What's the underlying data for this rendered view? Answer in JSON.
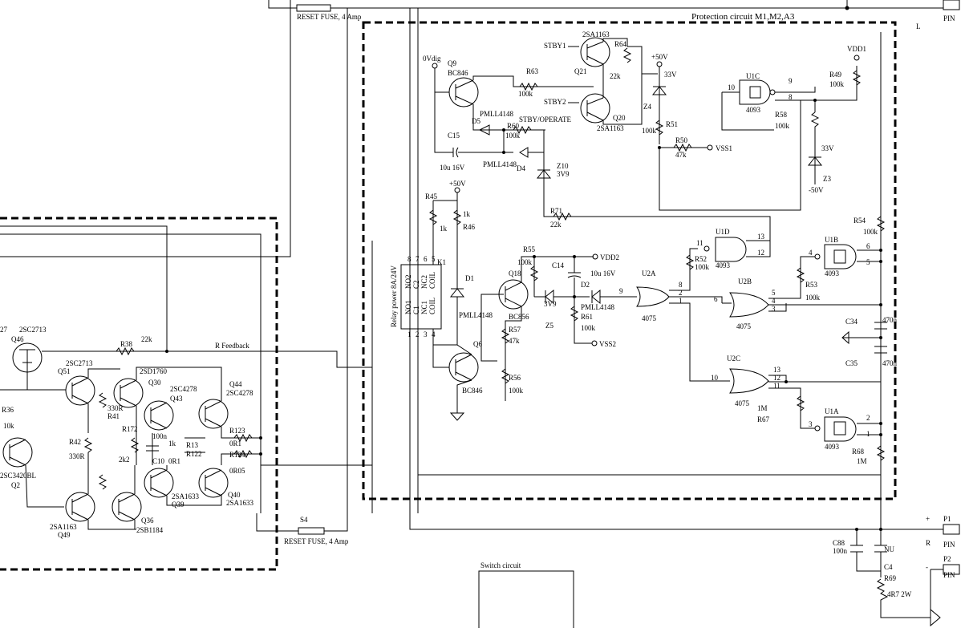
{
  "title": "Protection circuit M1,M2,A3",
  "corner_label": "L",
  "switch_circuit": "Switch circuit",
  "fuses": [
    {
      "name": "",
      "desc": "RESET FUSE, 4 Amp"
    },
    {
      "name": "S4",
      "desc": "RESET FUSE, 4 Amp"
    }
  ],
  "transistors": [
    {
      "ref": "Q9",
      "type": "BC846"
    },
    {
      "ref": "Q21",
      "type": "2SA1163"
    },
    {
      "ref": "Q20",
      "type": "2SA1163"
    },
    {
      "ref": "Q18",
      "type": "BC856"
    },
    {
      "ref": "Q6",
      "type": "BC846"
    },
    {
      "ref": "Q46",
      "type": "2SC2713"
    },
    {
      "ref": "Q51",
      "type": "2SC2713"
    },
    {
      "ref": "Q30",
      "type": "2SD1760"
    },
    {
      "ref": "Q43",
      "type": "2SC4278"
    },
    {
      "ref": "Q44",
      "type": "2SC4278"
    },
    {
      "ref": "Q2",
      "type": "2SC3420BL"
    },
    {
      "ref": "Q49",
      "type": "2SA1163"
    },
    {
      "ref": "Q36",
      "type": "2SB1184"
    },
    {
      "ref": "Q39",
      "type": "2SA1633"
    },
    {
      "ref": "Q40",
      "type": "2SA1633"
    }
  ],
  "resistors": [
    {
      "ref": "R63",
      "value": "100k"
    },
    {
      "ref": "R64",
      "value": "22k"
    },
    {
      "ref": "R60",
      "value": "100k"
    },
    {
      "ref": "R51",
      "value": "100k"
    },
    {
      "ref": "R50",
      "value": "47k"
    },
    {
      "ref": "R58",
      "value": "100k"
    },
    {
      "ref": "R49",
      "value": "100k"
    },
    {
      "ref": "R71",
      "value": "22k"
    },
    {
      "ref": "R45",
      "value": "1k"
    },
    {
      "ref": "R46",
      "value": "1k"
    },
    {
      "ref": "R55",
      "value": "100k"
    },
    {
      "ref": "R57",
      "value": "47k"
    },
    {
      "ref": "R56",
      "value": "100k"
    },
    {
      "ref": "R61",
      "value": "100k"
    },
    {
      "ref": "R52",
      "value": "100k"
    },
    {
      "ref": "R53",
      "value": "100k"
    },
    {
      "ref": "R54",
      "value": "100k"
    },
    {
      "ref": "R67",
      "value": "1M"
    },
    {
      "ref": "R68",
      "value": "1M"
    },
    {
      "ref": "R69",
      "value": "4R7 2W"
    },
    {
      "ref": "R38",
      "value": "22k"
    },
    {
      "ref": "R36",
      "value": "10k"
    },
    {
      "ref": "R42",
      "value": "330R"
    },
    {
      "ref": "R41",
      "value": "330R"
    },
    {
      "ref": "R172",
      "value": "2k2"
    },
    {
      "ref": "R13",
      "value": "1k"
    },
    {
      "ref": "R122",
      "value": "0R1"
    },
    {
      "ref": "R123",
      "value": "0R1"
    },
    {
      "ref": "R124",
      "value": "0R05"
    },
    {
      "ref": "R125",
      "value": "0R1"
    }
  ],
  "capacitors": [
    {
      "ref": "C15",
      "value": "10u 16V"
    },
    {
      "ref": "C14",
      "value": "10u 16V"
    },
    {
      "ref": "C10",
      "value": "100n"
    },
    {
      "ref": "C34",
      "value": "470n"
    },
    {
      "ref": "C35",
      "value": "470n"
    },
    {
      "ref": "C88",
      "value": "100n"
    },
    {
      "ref": "C4",
      "value": "NU"
    }
  ],
  "diodes": [
    {
      "ref": "D5",
      "type": "PMLL4148"
    },
    {
      "ref": "D4",
      "type": "PMLL4148"
    },
    {
      "ref": "D1",
      "type": "PMLL4148"
    },
    {
      "ref": "D2",
      "type": "PMLL4148"
    },
    {
      "ref": "Z10",
      "type": "3V9"
    },
    {
      "ref": "Z5",
      "type": "3V9"
    },
    {
      "ref": "Z4",
      "type": "33V"
    },
    {
      "ref": "Z3",
      "type": "33V"
    }
  ],
  "gates": [
    {
      "ref": "U1C",
      "type": "4093",
      "pins": [
        "10",
        "9",
        "8"
      ]
    },
    {
      "ref": "U1D",
      "type": "4093",
      "pins": [
        "11",
        "13",
        "12"
      ]
    },
    {
      "ref": "U1B",
      "type": "4093",
      "pins": [
        "4",
        "6",
        "5"
      ]
    },
    {
      "ref": "U1A",
      "type": "4093",
      "pins": [
        "3",
        "2",
        "1"
      ]
    },
    {
      "ref": "U2A",
      "type": "4075",
      "pins": [
        "9",
        "8",
        "2",
        "1"
      ]
    },
    {
      "ref": "U2B",
      "type": "4075",
      "pins": [
        "6",
        "5",
        "4",
        "3"
      ]
    },
    {
      "ref": "U2C",
      "type": "4075",
      "pins": [
        "10",
        "13",
        "12",
        "11"
      ]
    }
  ],
  "relay": {
    "ref": "K1",
    "desc": "Relay power 8A/24V",
    "pins": [
      "NO1",
      "C1",
      "NC1",
      "COIL",
      "NO2",
      "C2",
      "NC2",
      "COIL"
    ],
    "numbers": [
      "1",
      "2",
      "3",
      "4",
      "8",
      "7",
      "6",
      "5"
    ]
  },
  "nets": {
    "ovdig": "0Vdig",
    "stby1": "STBY1",
    "stby2": "STBY2",
    "stby_operate": "STBY/OPERATE",
    "p50v": "+50V",
    "m50v": "-50V",
    "vdd1": "VDD1",
    "vdd2": "VDD2",
    "vss1": "VSS1",
    "vss2": "VSS2",
    "rfeedback": "R Feedback",
    "v33a": "33V",
    "v33b": "33V",
    "p50v2": "+50V"
  },
  "connectors": [
    {
      "ref": "P1",
      "sub": "PIN",
      "sign": "+"
    },
    {
      "ref": "P2",
      "sub": "PIN",
      "sign": "-"
    },
    {
      "ref": "",
      "sub": "PIN",
      "sign": ""
    }
  ],
  "side_R": "R",
  "partial_Q27": "27"
}
